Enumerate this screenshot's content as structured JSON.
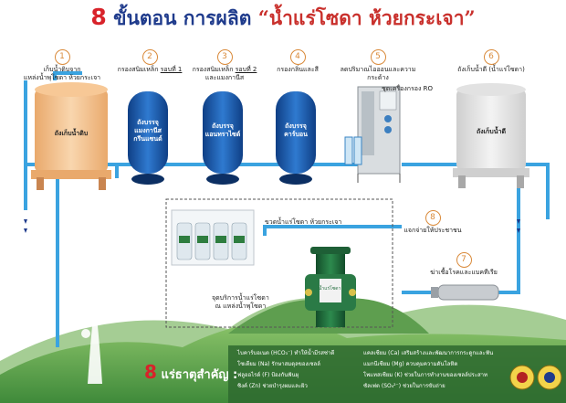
{
  "title": {
    "num": "8",
    "main": "ขั้นตอน การผลิต",
    "quoted": "“น้ำแร่โซดา ห้วยกระเจา”"
  },
  "steps": [
    {
      "n": "1",
      "line1": "เก็บน้ำดิบจาก",
      "line2": "แหล่งน้ำพุโซดา ห้วยกระเจา"
    },
    {
      "n": "2",
      "line1": "กรองสนิมเหล็ก ",
      "u": "รอบที่ 1"
    },
    {
      "n": "3",
      "line1": "กรองสนิมเหล็ก ",
      "u": "รอบที่ 2",
      "line2": "และแมงกานีส"
    },
    {
      "n": "4",
      "line1": "กรองกลิ่นและสี"
    },
    {
      "n": "5",
      "line1": "ลดปริมาณไอออนและความกระด้าง"
    },
    {
      "n": "6",
      "line1": "ถังเก็บน้ำดี (น้ำแร่โซดา)"
    },
    {
      "n": "7",
      "line1": "ฆ่าเชื้อโรคและแบคทีเรีย"
    },
    {
      "n": "8",
      "line1": "แจกจ่ายให้ประชาชน"
    }
  ],
  "tanks": {
    "raw": "ถังเก็บน้ำดิบ",
    "t2": [
      "ถังบรรจุ",
      "แมงกานีส",
      "กรีนแซนด์"
    ],
    "t3": [
      "ถังบรรจุ",
      "แอนทราไซต์"
    ],
    "t4": [
      "ถังบรรจุ",
      "คาร์บอน"
    ],
    "ro": "ชุดเครื่องกรอง RO",
    "good": "ถังเก็บน้ำดี"
  },
  "bottles_label": "ขวดน้ำแร่โซดา ห้วยกระเจา",
  "dispenser_label": [
    "จุดบริการน้ำแร่โซดา",
    "ณ แหล่งน้ำพุโซดา"
  ],
  "dispenser_sign": "น้ำแร่โซดา",
  "minerals_title": {
    "num": "8",
    "text": " แร่ธาตุสำคัญ :"
  },
  "minerals": [
    {
      "t": "ไบคาร์บอเนต (HCO₃⁻)",
      "d": "ทำให้น้ำมีรสซ่าดี"
    },
    {
      "t": "แคลเซียม (Ca)",
      "d": "เสริมสร้างและพัฒนาการกระดูกและฟัน"
    },
    {
      "t": "โซเดียม (Na)",
      "d": "รักษาสมดุลของเซลล์"
    },
    {
      "t": "แมกนีเซียม (Mg)",
      "d": "ควบคุมความดันโลหิต"
    },
    {
      "t": "ฟลูออไรด์ (F)",
      "d": "ป้องกันฟันผุ"
    },
    {
      "t": "โพแทสเซียม (K)",
      "d": "ช่วยในการทำงานของเซลล์ประสาท"
    },
    {
      "t": "ซิงค์ (Zn)",
      "d": "ช่วยบำรุงผมและผิว"
    },
    {
      "t": "ซัลเฟต (SO₄²⁻)",
      "d": "ช่วยในการขับถ่าย"
    }
  ],
  "colors": {
    "title": "#1f3b8c",
    "accent": "#d8232a",
    "pipe": "#3aa3e0",
    "tank_blue": "#1c5fae",
    "raw_tank": "#f4c89a",
    "good_tank": "#e8e8e8",
    "dispenser": "#1f6b3a"
  }
}
